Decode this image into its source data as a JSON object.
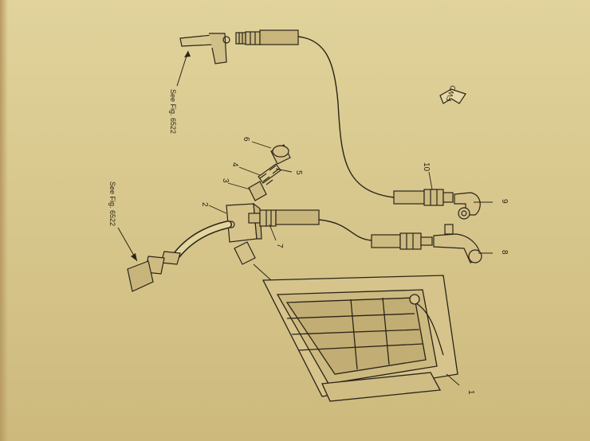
{
  "callouts": {
    "c1": "1",
    "c2": "2",
    "c3": "3",
    "c4": "4",
    "c5": "5",
    "c6": "6",
    "c7": "7",
    "c8": "8",
    "c9": "9",
    "c10": "10"
  },
  "references": {
    "top": "See Fig. 6522",
    "left": "See Fig. 6522"
  },
  "orientation_arrow": "FWD",
  "colors": {
    "paper": "#d9c98e",
    "ink": "#2a2418"
  }
}
